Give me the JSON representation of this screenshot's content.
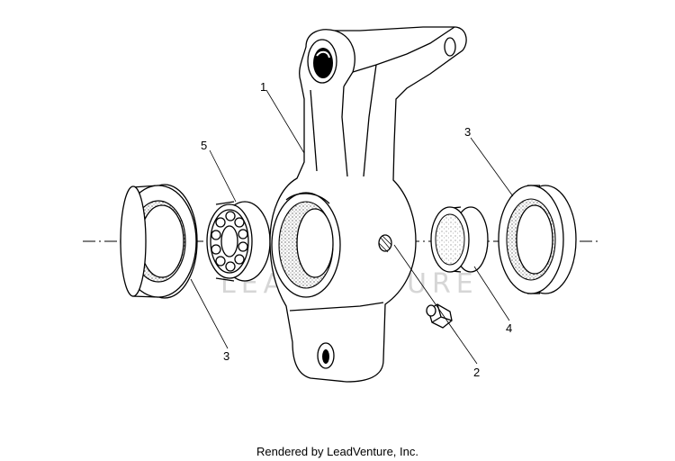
{
  "diagram": {
    "callouts": [
      {
        "id": "1",
        "text": "1"
      },
      {
        "id": "2",
        "text": "2"
      },
      {
        "id": "3a",
        "text": "3"
      },
      {
        "id": "3b",
        "text": "3"
      },
      {
        "id": "4",
        "text": "4"
      },
      {
        "id": "5",
        "text": "5"
      }
    ],
    "watermark": "LEADVENTURE"
  },
  "footer": {
    "text": "Rendered by LeadVenture, Inc."
  }
}
